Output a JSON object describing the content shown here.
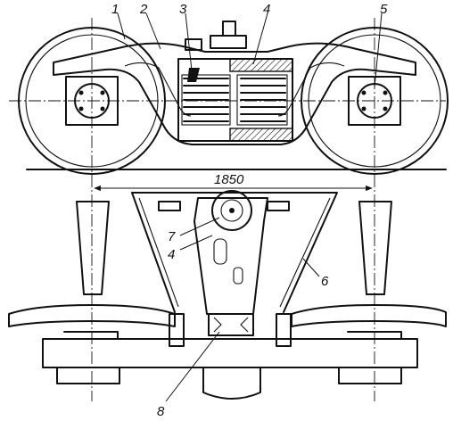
{
  "diagram": {
    "dimension": {
      "value": "1850"
    },
    "labels": [
      {
        "id": "1",
        "text": "1"
      },
      {
        "id": "2",
        "text": "2"
      },
      {
        "id": "3",
        "text": "3"
      },
      {
        "id": "4a",
        "text": "4"
      },
      {
        "id": "5",
        "text": "5"
      },
      {
        "id": "7",
        "text": "7"
      },
      {
        "id": "4b",
        "text": "4"
      },
      {
        "id": "6",
        "text": "6"
      },
      {
        "id": "8",
        "text": "8"
      }
    ]
  }
}
